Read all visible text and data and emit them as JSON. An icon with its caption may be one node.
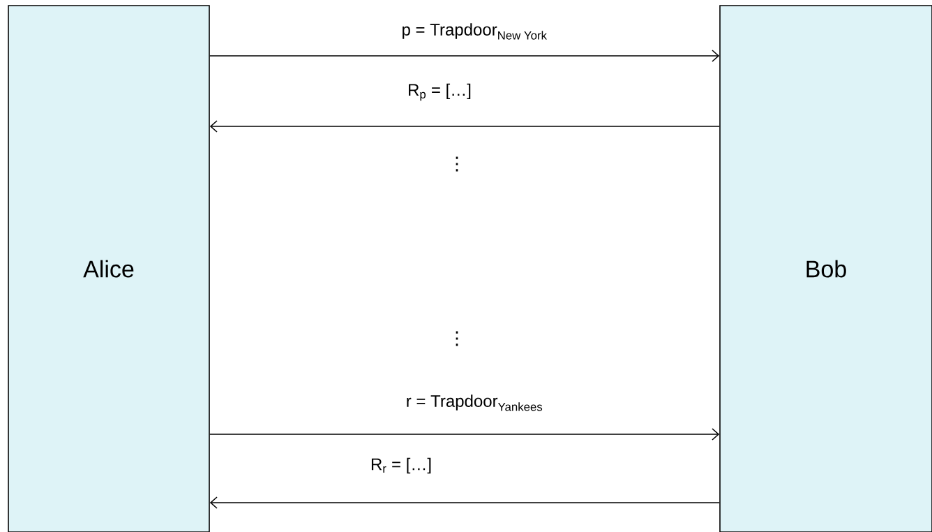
{
  "diagram": {
    "nodes": [
      {
        "text": [
          "Alice"
        ]
      },
      {
        "text": [
          "Bob"
        ]
      }
    ],
    "edges": [
      {
        "from": 0,
        "to": 1,
        "arrow": "to",
        "label": "\\text{p = Trapdoor}_{\\text{New York}}"
      },
      {
        "from": 1,
        "to": 0,
        "arrow": "to",
        "label": "\\text{R}_{\\text{p}}\\text{ = […]}"
      },
      {
        "from": 0,
        "to": 1,
        "arrow": "to",
        "label": "\\text{r = Trapdoor}_{\\text{Yankees}}"
      },
      {
        "from": 1,
        "to": 0,
        "arrow": "to",
        "label": "\\text{R}_{\\text{r}}\\text{ = […]}"
      }
    ],
    "labels": [
      "⋮",
      "⋮"
    ]
  }
}
